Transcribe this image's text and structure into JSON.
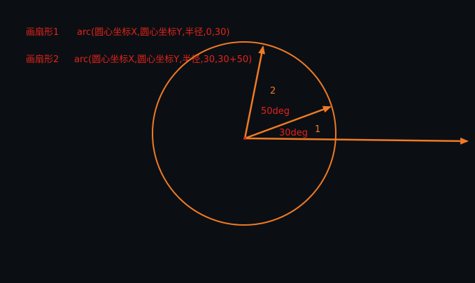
{
  "header": {
    "line1_label": "画扇形1",
    "line1_code": "arc(圆心坐标X,圆心坐标Y,半径,0,30)",
    "line2_label": "画扇形2",
    "line2_code": "arc(圆心坐标X,圆心坐标Y,半径,30,30+50)"
  },
  "diagram": {
    "label_arrow_1": "1",
    "label_arrow_2": "2",
    "angle_label_30": "30deg",
    "angle_label_50": "50deg",
    "colors": {
      "background": "#0b0f13",
      "stroke": "#f07a24",
      "text_red": "#e3221c"
    }
  }
}
